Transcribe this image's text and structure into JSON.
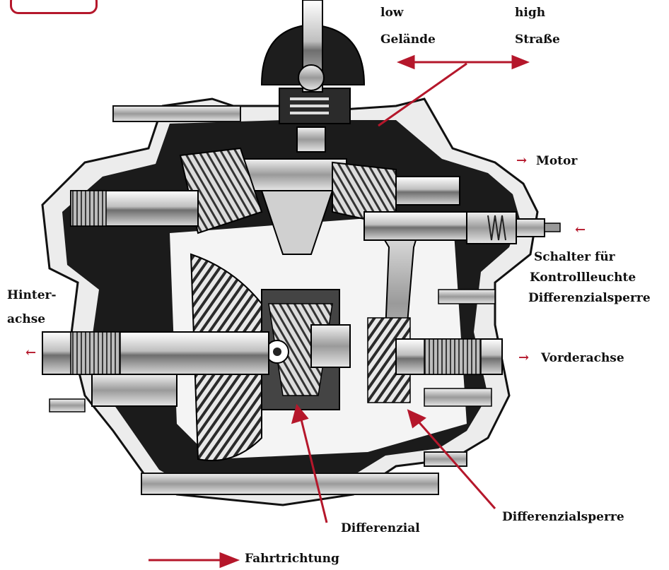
{
  "colors": {
    "accent": "#b5172b",
    "ink": "#111111",
    "metal_light": "#cfcfcf",
    "metal_dark": "#1a1a1a"
  },
  "labels": {
    "low": "low",
    "high": "high",
    "gelaende": "Gelände",
    "strasse": "Straße",
    "motor": "Motor",
    "schalter_1": "Schalter für",
    "schalter_2": "Kontrollleuchte",
    "schalter_3": "Differenzialsperre",
    "hinterachse_1": "Hinter-",
    "hinterachse_2": "achse",
    "vorderachse": "Vorderachse",
    "differenzial": "Differenzial",
    "differenzialsperre": "Differenzialsperre",
    "fahrtrichtung": "Fahrtrichtung"
  },
  "icons": {
    "arrow_right": "→",
    "arrow_left": "←"
  }
}
